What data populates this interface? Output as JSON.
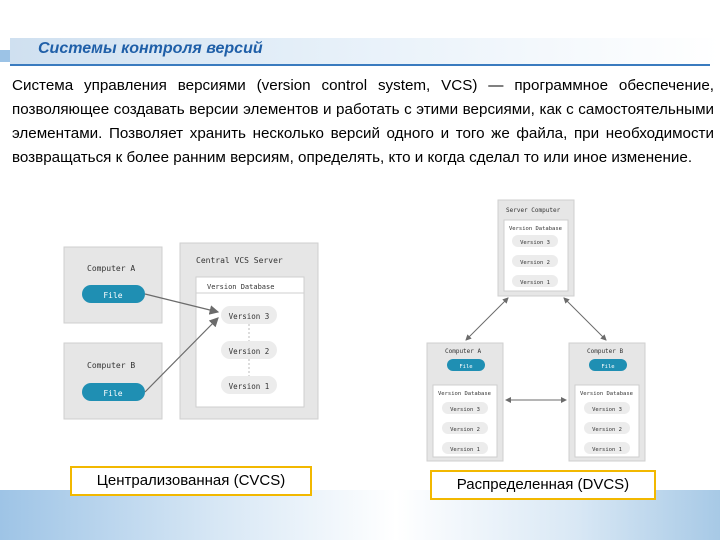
{
  "slide": {
    "title": "Системы контроля версий",
    "body": "Система управления версиями (version control system, VCS) — программное обеспечение, позволяющее создавать версии элементов и работать с этими версиями, как с самостоятельными элементами. Позволяет хранить несколько версий одного и того же файла, при необходимости возвращаться к более ранним версиям, определять, кто и когда сделал то или иное изменение."
  },
  "cvcs": {
    "computer_a": "Computer A",
    "computer_b": "Computer B",
    "file": "File",
    "server": "Central VCS Server",
    "database": "Version Database",
    "versions": [
      "Version 3",
      "Version 2",
      "Version 1"
    ],
    "caption": "Централизованная (CVCS)"
  },
  "dvcs": {
    "server": "Server Computer",
    "database": "Version Database",
    "versions": [
      "Version 3",
      "Version 2",
      "Version 1"
    ],
    "computer_a": "Computer A",
    "computer_b": "Computer B",
    "file": "File",
    "caption": "Распределенная (DVCS)"
  },
  "colors": {
    "accent": "#1f5fa8",
    "file": "#1f8fb3",
    "panel": "#e6e6e6",
    "caption_border": "#f2b800"
  }
}
